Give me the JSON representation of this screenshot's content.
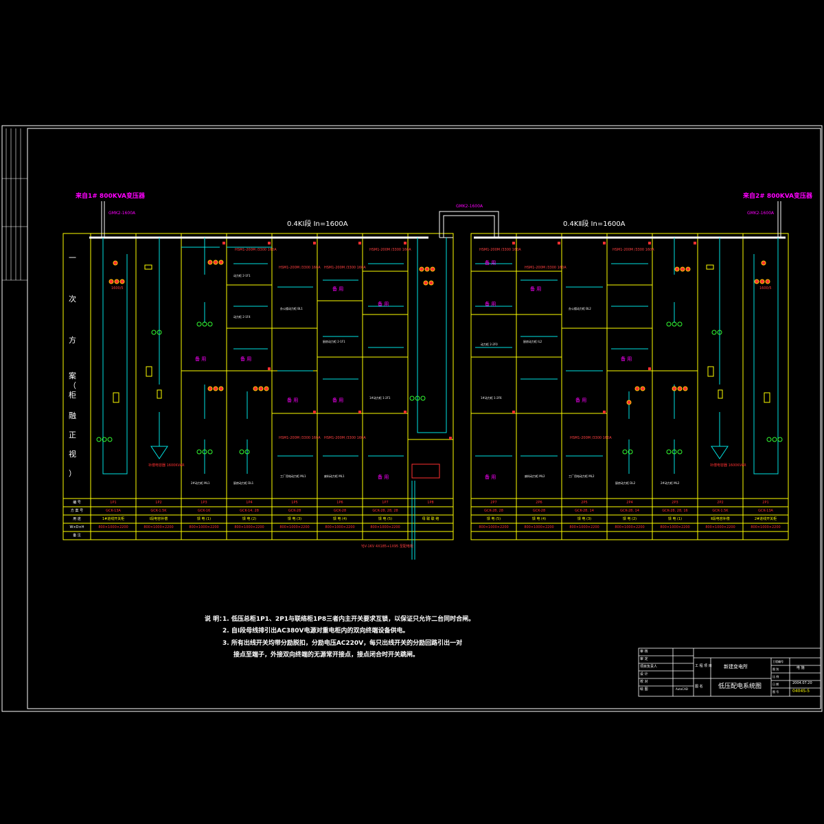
{
  "sources": {
    "left_label": "来自1# 800KVA变压器",
    "right_label": "来自2# 800KVA变压器",
    "left_cable": "GMK2-1600A",
    "right_cable": "GMK2-1600A",
    "tie_cable": "GMK2-1600A"
  },
  "bus": {
    "left_title": "0.4KⅠ段  In=1600A",
    "right_title": "0.4KⅡ段  In=1600A"
  },
  "scheme_label": {
    "chars": [
      "一",
      "次",
      "方",
      "案",
      "（",
      "柜",
      "融",
      "正",
      "视",
      "）"
    ]
  },
  "left_feeders": [
    "动力柜 2-1F1",
    "动力柜 2-1F4",
    "办公楼动力柜 BL1",
    "厨房动力柜 2-1F1",
    "1#动力柜 1-2F1",
    "工厂用电动力柜 ML1",
    "废料动力柜 ML1",
    "2#动力柜 ML1",
    "厨房动力柜 DL1"
  ],
  "right_feeders": [
    "动力柜 2-2F0",
    "办公楼动力柜 BL2",
    "厨房动力柜 IL2",
    "1#动力柜 1-2F6",
    "工厂用电动力柜 ML2",
    "废料动力柜 ML2",
    "2#动力柜 ML2",
    "厨房动力柜 DL2"
  ],
  "spare_label": "备 用",
  "device_labels": {
    "breaker": "HSM1-200M /3300 160A",
    "meter": "1600/5",
    "capacitor": "补偿电容器 1600KVAR",
    "cable_note": "YJV-1KV 4X185+1X95 至配电柜"
  },
  "table": {
    "row_headers": [
      "编 号",
      "方 案 号",
      "用 途",
      "W×D×H",
      "备 注"
    ],
    "left_columns": [
      {
        "id": "1P1",
        "scheme": "GCK-13A",
        "use": "1#进线开关柜",
        "dims": "800×1000×2200"
      },
      {
        "id": "1P2",
        "scheme": "GCK-1.5K",
        "use": "Ⅰ段电容补偿",
        "dims": "800×1000×2200"
      },
      {
        "id": "1P3",
        "scheme": "GCK-16",
        "use": "馈 电 (1)",
        "dims": "800×1000×2200"
      },
      {
        "id": "1P4",
        "scheme": "GCK-14, 28",
        "use": "馈 电 (2)",
        "dims": "800×1000×2200"
      },
      {
        "id": "1P5",
        "scheme": "GCK-28",
        "use": "馈 电 (3)",
        "dims": "800×1000×2200"
      },
      {
        "id": "1P6",
        "scheme": "GCK-28",
        "use": "馈 电 (4)",
        "dims": "800×1000×2200"
      },
      {
        "id": "1P7",
        "scheme": "GCK-28, 28, 28",
        "use": "馈 电 (5)",
        "dims": "800×1000×2200"
      },
      {
        "id": "1P8",
        "scheme": "",
        "use": "母 联 联 络",
        "dims": ""
      }
    ],
    "right_columns": [
      {
        "id": "2P7",
        "scheme": "GCK-28, 28",
        "use": "馈 电 (5)",
        "dims": "800×1000×2200"
      },
      {
        "id": "2P6",
        "scheme": "GCK-28",
        "use": "馈 电 (4)",
        "dims": "800×1000×2200"
      },
      {
        "id": "2P5",
        "scheme": "GCK-28, 14",
        "use": "馈 电 (3)",
        "dims": "800×1000×2200"
      },
      {
        "id": "2P4",
        "scheme": "GCK-28, 14",
        "use": "馈 电 (2)",
        "dims": "800×1000×2200"
      },
      {
        "id": "2P3",
        "scheme": "GCK-28, 28, 16",
        "use": "馈 电 (1)",
        "dims": "800×1000×2200"
      },
      {
        "id": "2P2",
        "scheme": "GCK-1.5K",
        "use": "Ⅱ段电容补偿",
        "dims": "800×1000×2200"
      },
      {
        "id": "2P1",
        "scheme": "GCK-13A",
        "use": "2#进线开关柜",
        "dims": "800×1000×2200"
      }
    ]
  },
  "notes": {
    "prefix": "说 明：",
    "lines": [
      "1. 低压总柜1P1、2P1与联络柜1P8三者内主开关要求互锁，以保证只允许二台同时合闸。",
      "2. 自Ⅰ段母线排引出AC380V电源对重电柜内的双向终端设备供电。",
      "3. 所有出线开关均带分励脱扣，分励电压AC220V，每只出线开关的分励回路引出一对",
      "接点至端子，外接双向终端的无源常开接点，接点闭合时开关跳闸。"
    ]
  },
  "title_block": {
    "left_rows": [
      "审 核",
      "审 定",
      "项目负责人",
      "设 计",
      "校 对",
      "绘 图"
    ],
    "drawer": "AutoCAD",
    "project_label": "工 程 项 目",
    "project": "新建变电所",
    "drawing_label": "图 名",
    "drawing_title": "低压配电系统图",
    "right_rows": [
      "工程编号",
      "图 别",
      "比 例",
      "日 期",
      "图 号"
    ],
    "stage": "电 施",
    "date": "2004.07.20",
    "number": "0404S-5"
  }
}
